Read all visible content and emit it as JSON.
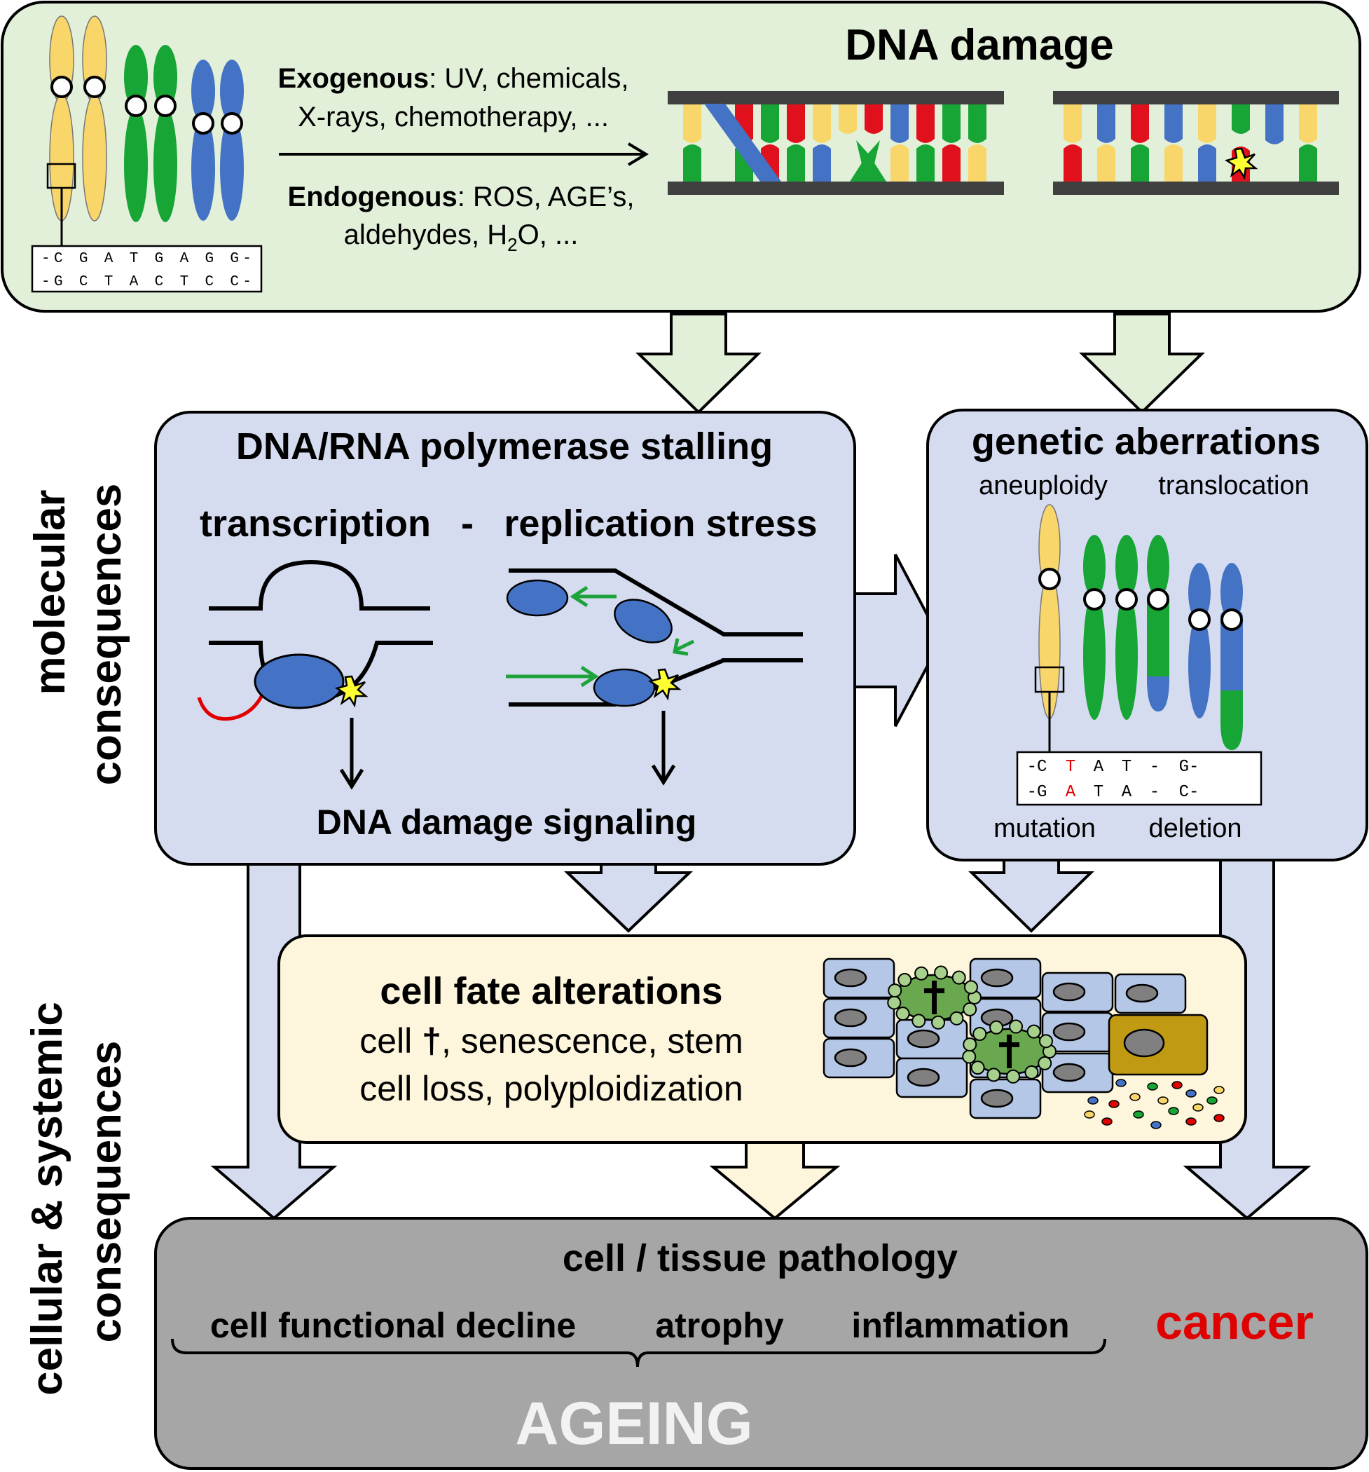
{
  "colors": {
    "top_box": "#e2f0d9",
    "molecular_box": "#d6dcf0",
    "cell_fate_box": "#fdf6dc",
    "pathology_box": "#a6a6a6",
    "border": "#000000",
    "chrom_yellow": "#f9d66a",
    "chrom_green": "#17a535",
    "chrom_blue": "#4472c4",
    "base_red": "#e0101c",
    "cancer_red": "#e00000",
    "ageing_text": "#f2f2f2",
    "polymerase": "#4472c4",
    "arrow_green": "#1ea33c",
    "cell_blue": "#b4c7e7",
    "dead_cell": "#6aa84f",
    "cancer_cell": "#c09a12"
  },
  "icons": [
    "chromosome-icon",
    "dna-ladder-icon",
    "damage-star-icon",
    "polymerase-icon",
    "replication-fork-icon",
    "transcription-bubble-icon",
    "cell-icon",
    "cross-icon",
    "block-arrow-icon"
  ],
  "top": {
    "title": "DNA damage",
    "exogenous_label": "Exogenous",
    "exogenous_rest": ": UV, chemicals,",
    "exogenous_line2": "X-rays, chemotherapy, ...",
    "endogenous_label": "Endogenous",
    "endogenous_rest": ": ROS, AGE’s,",
    "endogenous_line2_a": "aldehydes, H",
    "endogenous_sub": "2",
    "endogenous_line2_b": "O, ...",
    "seq_top": "-C G A T G A G G-",
    "seq_bottom": "-G C T A C T C C-"
  },
  "side_labels": {
    "molecular": [
      "molecular",
      "consequences"
    ],
    "cellular": [
      "cellular & systemic",
      "consequences"
    ]
  },
  "polymerase_box": {
    "title": "DNA/RNA polymerase stalling",
    "transcription": "transcription",
    "dash": "-",
    "replication": "replication stress",
    "signaling": "DNA damage signaling"
  },
  "genetic_box": {
    "title": "genetic aberrations",
    "aneuploidy": "aneuploidy",
    "translocation": "translocation",
    "seq_top": [
      "-C",
      "T",
      "A",
      "T",
      "-",
      "G-"
    ],
    "seq_bottom": [
      "-G",
      "A",
      "T",
      "A",
      "-",
      "C-"
    ],
    "mutation": "mutation",
    "deletion": "deletion"
  },
  "cell_fate": {
    "title": "cell fate alterations",
    "line1_a": "cell ",
    "line1_dagger": "†",
    "line1_b": ", senescence, stem",
    "line2": "cell loss, polyploidization"
  },
  "pathology": {
    "title": "cell / tissue pathology",
    "item1": "cell functional decline",
    "item2": "atrophy",
    "item3": "inflammation",
    "cancer": "cancer",
    "ageing": "AGEING"
  }
}
